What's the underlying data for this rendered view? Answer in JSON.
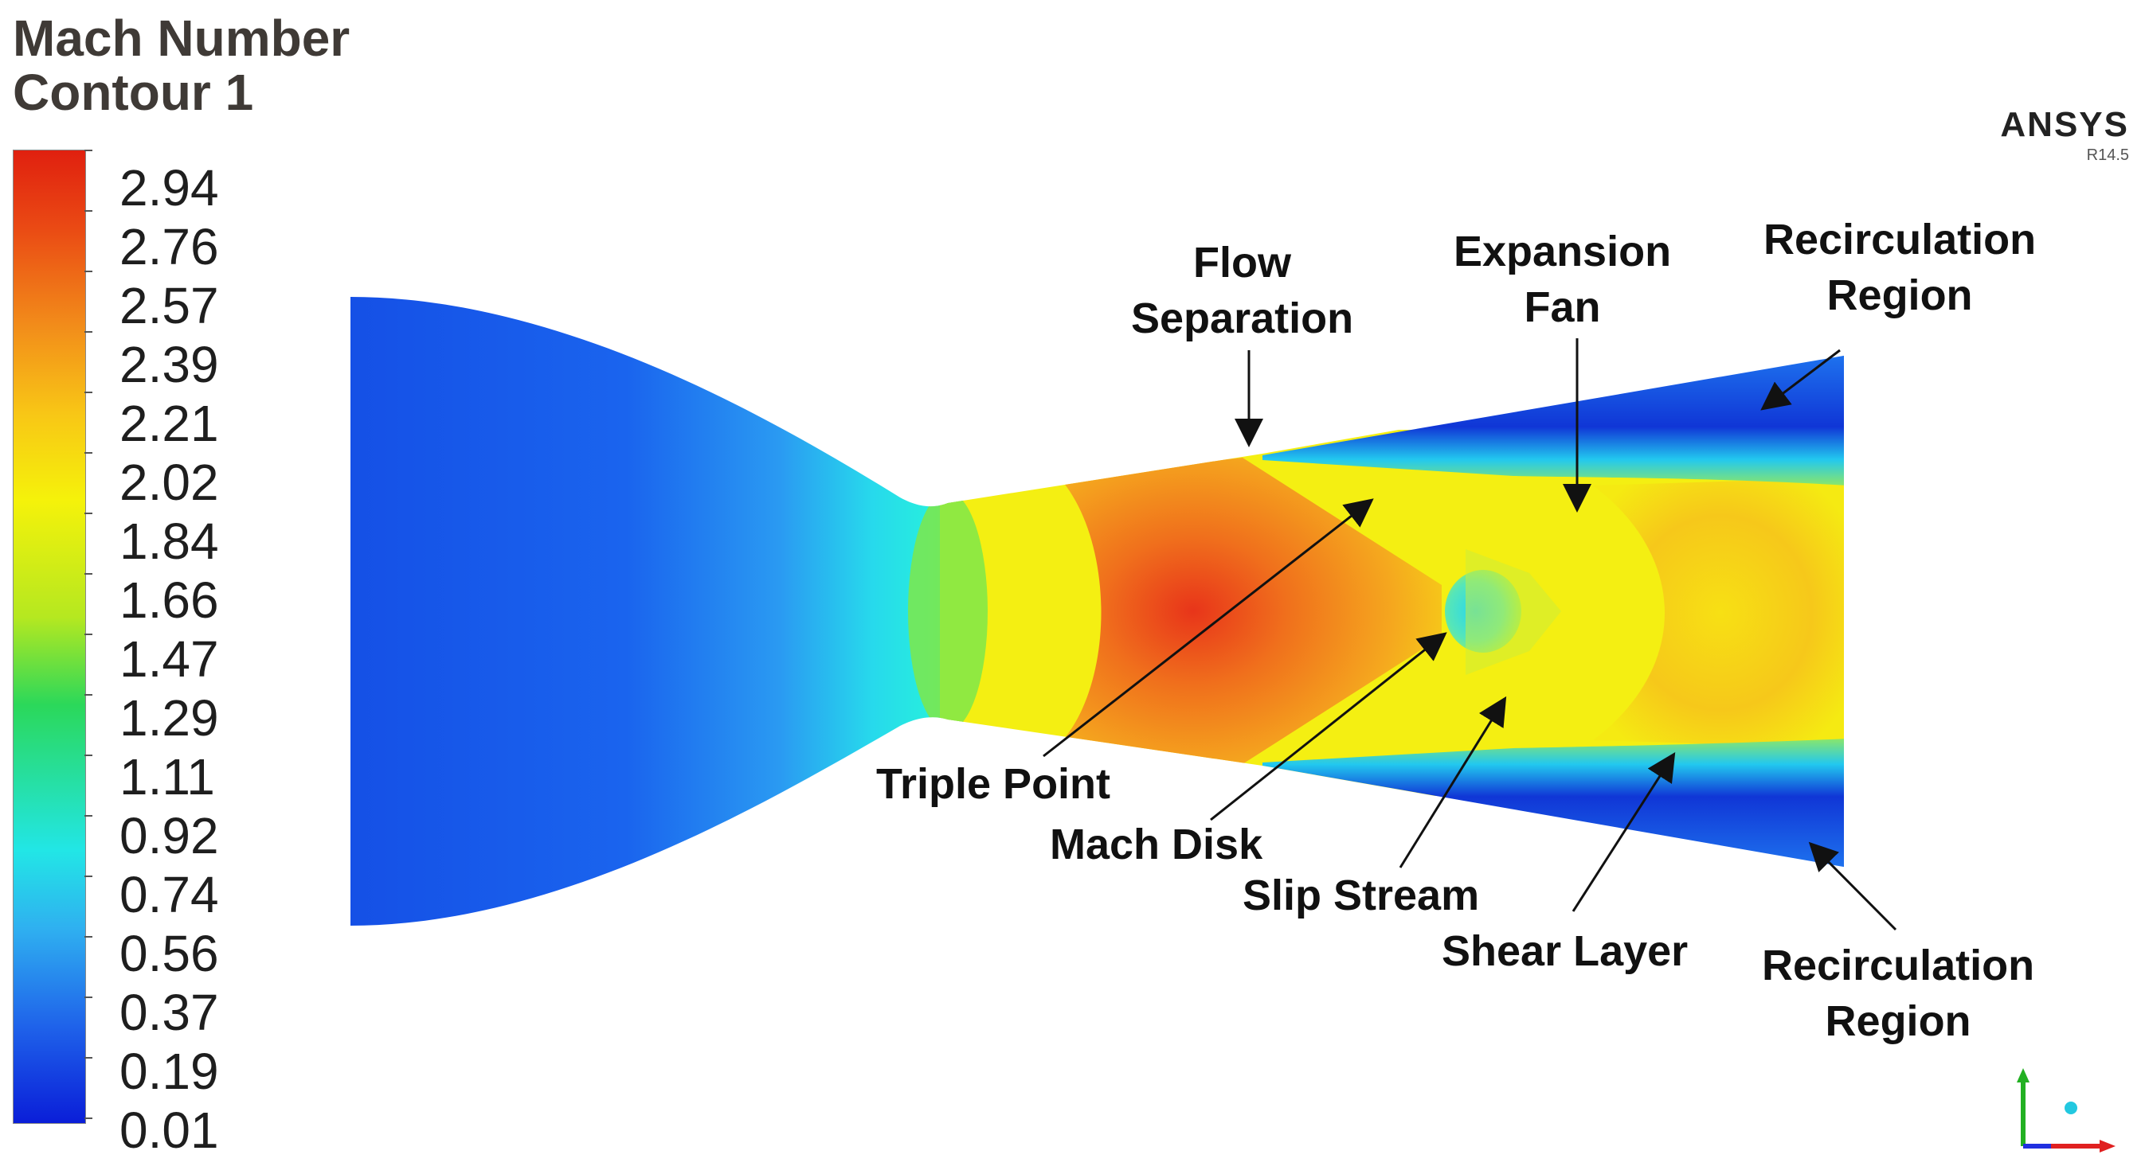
{
  "legend": {
    "title_line1": "Mach Number",
    "title_line2": "Contour 1",
    "ticks": [
      "2.94",
      "2.76",
      "2.57",
      "2.39",
      "2.21",
      "2.02",
      "1.84",
      "1.66",
      "1.47",
      "1.29",
      "1.11",
      "0.92",
      "0.74",
      "0.56",
      "0.37",
      "0.19",
      "0.01"
    ],
    "colors": [
      "#0a1ed8",
      "#1f63ea",
      "#2fb0f0",
      "#22e6e6",
      "#2bd85a",
      "#b5e820",
      "#f5f20a",
      "#f8c616",
      "#f28c1a",
      "#ea4a14",
      "#e0200f"
    ]
  },
  "brand": {
    "name": "ANSYS",
    "version": "R14.5"
  },
  "callouts": {
    "flow_separation": [
      "Flow",
      "Separation"
    ],
    "expansion_fan": [
      "Expansion",
      "Fan"
    ],
    "recirculation_top": [
      "Recirculation",
      "Region"
    ],
    "triple_point": "Triple Point",
    "mach_disk": "Mach Disk",
    "slip_stream": "Slip Stream",
    "shear_layer": "Shear Layer",
    "recirculation_bottom": [
      "Recirculation",
      "Region"
    ]
  },
  "colors": {
    "subsonic_blue": "#1f63ea",
    "sonic_cyan": "#22e6e6",
    "supersonic_yellow": "#f5f20a",
    "shock_orange": "#f28c1a",
    "peak_red": "#e0200f",
    "recirc_blue": "#1456e0"
  }
}
